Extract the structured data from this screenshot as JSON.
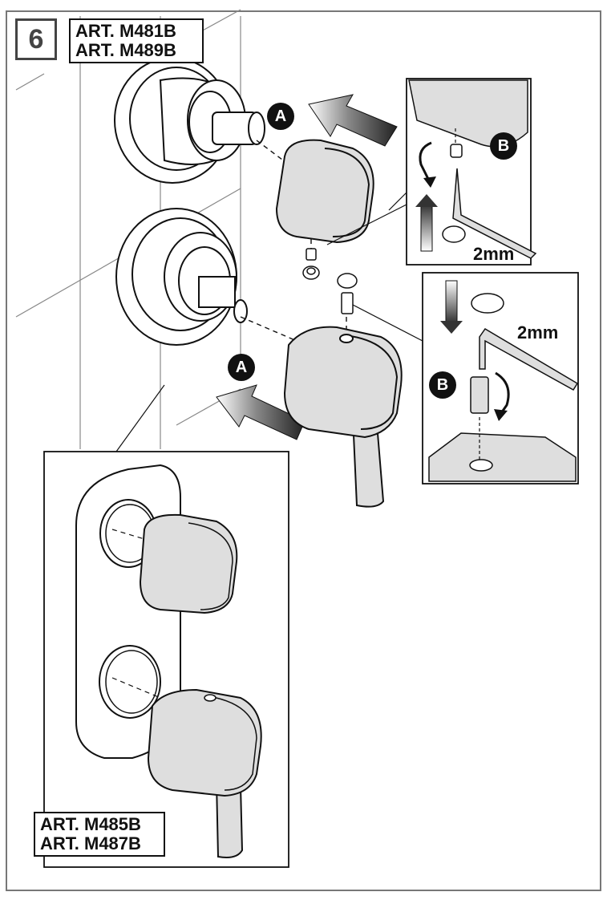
{
  "step": {
    "number": "6"
  },
  "top_models": [
    "ART. M481B",
    "ART. M489B"
  ],
  "bottom_models": [
    "ART. M485B",
    "ART. M487B"
  ],
  "markers": {
    "a": "A",
    "b": "B"
  },
  "tool_size": "2mm",
  "colors": {
    "part_fill": "#dedede",
    "outline": "#111111",
    "frame": "#777777",
    "tile_lines": "#888888",
    "arrow_dark": "#333333"
  }
}
